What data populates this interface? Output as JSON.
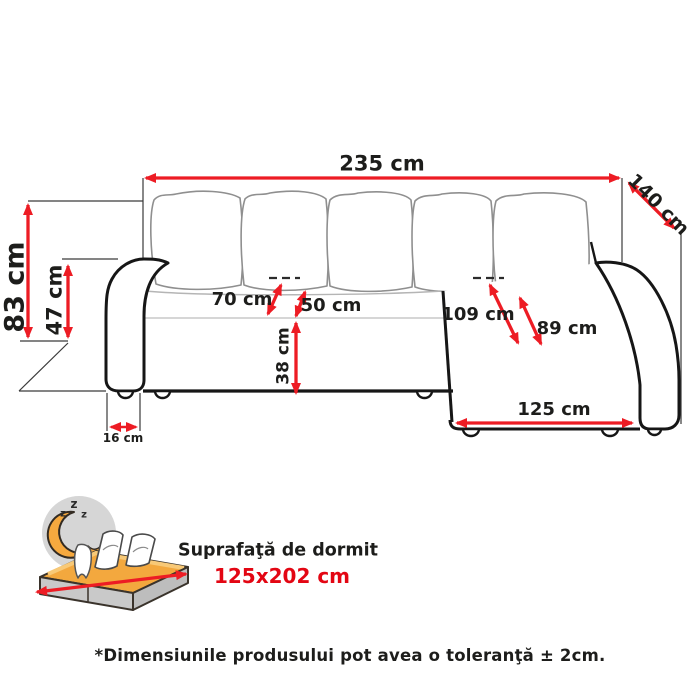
{
  "measurements": {
    "total_width": "235 cm",
    "total_depth": "140 cm",
    "total_height": "83 cm",
    "seat_height": "47 cm",
    "armrest_width": "16 cm",
    "depth_with_backrest": "70 cm",
    "seat_depth": "50 cm",
    "base_height": "38 cm",
    "chaise_depth_with_backrest": "109 cm",
    "chaise_seat_depth": "89 cm",
    "chaise_width": "125 cm"
  },
  "sleeping_area": {
    "label": "Suprafaţă de dormit",
    "value": "125x202 cm",
    "sleep_letter": "z"
  },
  "footnote": "*Dimensiunile produsului pot avea o toleranţă ± 2cm.",
  "colors": {
    "arrow_red": "#ed1c24",
    "value_red": "#e30613",
    "text_dark": "#1d1d1b",
    "outline_black": "#161616",
    "soft_line_gray": "#9a9a9a",
    "icon_moon_orange": "#f6a93f",
    "icon_mattress_orange": "#f3a83e",
    "icon_circle_gray": "#d6d6d6",
    "icon_base_gray": "#c9c9c9"
  }
}
